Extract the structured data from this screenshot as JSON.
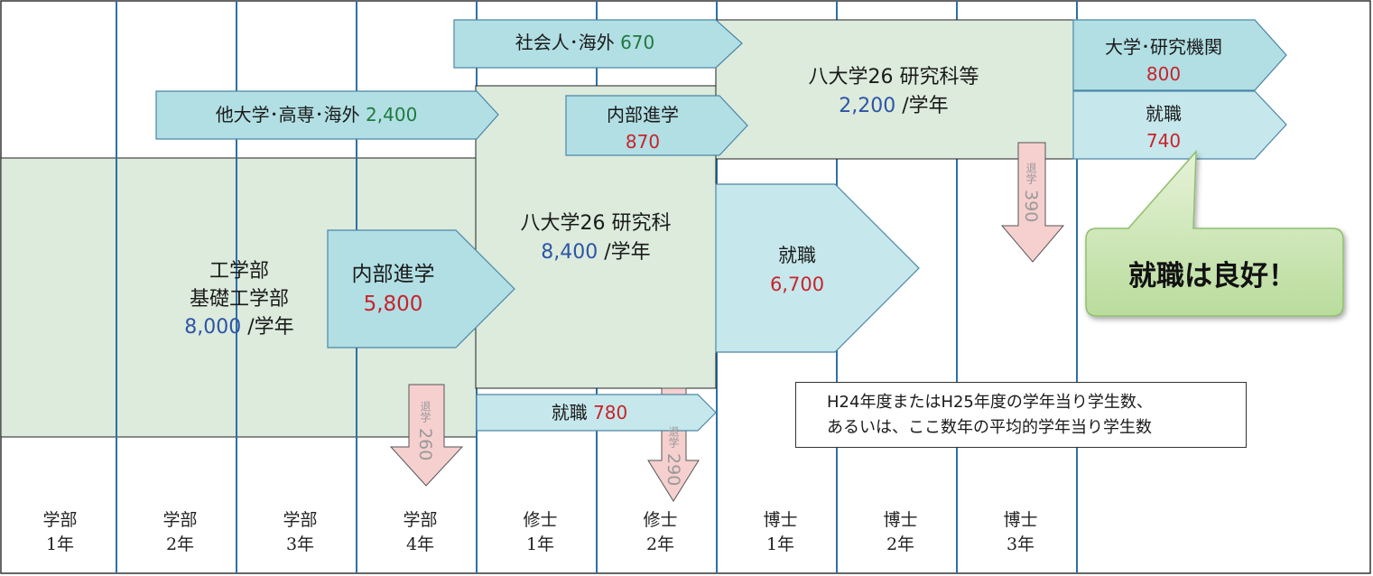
{
  "columns": [
    {
      "course": "学部",
      "year": "1年"
    },
    {
      "course": "学部",
      "year": "2年"
    },
    {
      "course": "学部",
      "year": "3年"
    },
    {
      "course": "学部",
      "year": "4年"
    },
    {
      "course": "修士",
      "year": "1年"
    },
    {
      "course": "修士",
      "year": "2年"
    },
    {
      "course": "博士",
      "year": "1年"
    },
    {
      "course": "博士",
      "year": "2年"
    },
    {
      "course": "博士",
      "year": "3年"
    }
  ],
  "undergrad": {
    "line1": "工学部",
    "line2": "基礎工学部",
    "count": "8,000",
    "unit": " /学年"
  },
  "master": {
    "title": "八大学26 研究科",
    "count": "8,400",
    "unit": " /学年"
  },
  "doctor": {
    "title": "八大学26 研究科等",
    "count": "2,200",
    "unit": " /学年"
  },
  "flows": {
    "other_univ": {
      "label": "他大学･高専･海外 ",
      "value": "2,400"
    },
    "adult_overseas": {
      "label": "社会人･海外 ",
      "value": "670"
    },
    "internal_master": {
      "label": "内部進学",
      "value": "5,800"
    },
    "internal_doctor": {
      "label": "内部進学",
      "value": "870"
    },
    "job_master": {
      "label": "就職",
      "value": "6,700"
    },
    "job_undergrad": {
      "label": "就職 ",
      "value": "780"
    },
    "univ_research": {
      "label": "大学･研究機関",
      "value": "800"
    },
    "job_doctor": {
      "label": "就職",
      "value": "740"
    }
  },
  "dropouts": [
    {
      "label": "退学",
      "value": "260"
    },
    {
      "label": "退学",
      "value": "290"
    },
    {
      "label": "退学",
      "value": "390"
    }
  ],
  "callout": "就職は良好！",
  "note": {
    "line1": "H24年度またはH25年度の学年当り学生数、",
    "line2": "あるいは、ここ数年の平均的学年当り学生数"
  }
}
